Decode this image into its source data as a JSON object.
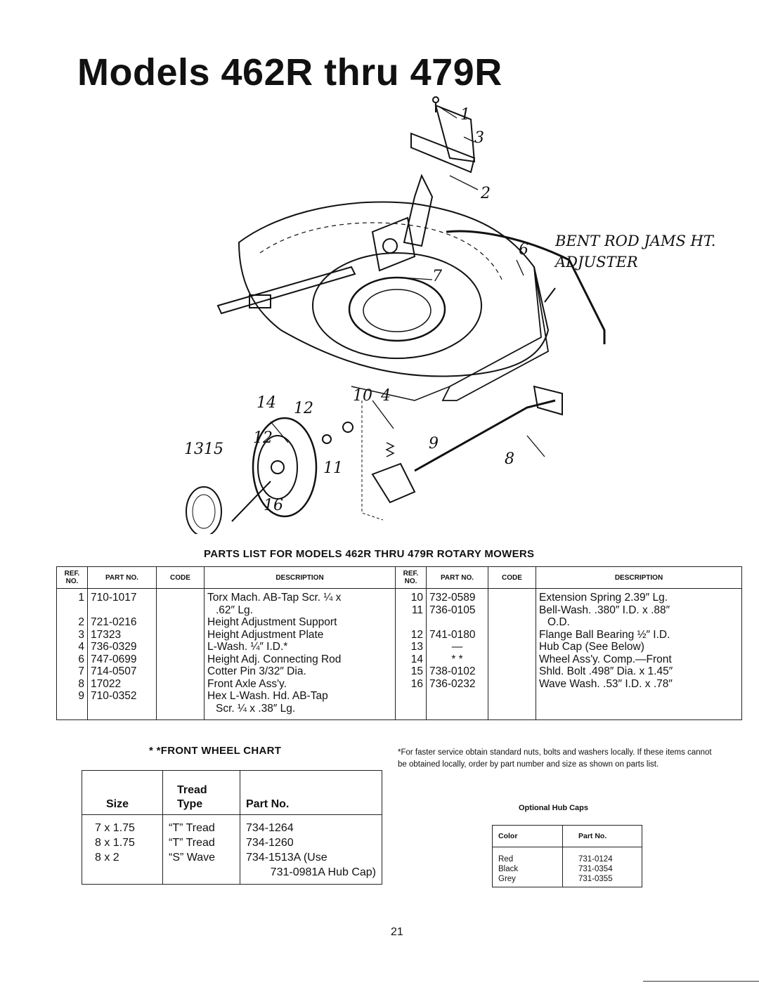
{
  "title": "Models 462R thru 479R",
  "diagram": {
    "callouts": [
      "1",
      "3",
      "2",
      "6",
      "7",
      "14",
      "12",
      "10",
      "4",
      "12",
      "13",
      "15",
      "9",
      "11",
      "8",
      "16"
    ],
    "handwritten_note": "BENT ROD JAMS HT. ADJUSTER"
  },
  "parts_list": {
    "title": "PARTS LIST FOR MODELS 462R THRU 479R ROTARY MOWERS",
    "headers": {
      "ref": "REF. NO.",
      "part": "PART NO.",
      "code": "CODE",
      "description": "DESCRIPTION",
      "ref2": "REF. NO.",
      "part2": "PART NO.",
      "code2": "CODE",
      "description2": "DESCRIPTION"
    },
    "rows": [
      {
        "ref": "1",
        "part": "710-1017",
        "desc": "Torx Mach. AB-Tap Scr. ¼ x",
        "ref2": "10",
        "part2": "732-0589",
        "desc2": "Extension Spring 2.39″ Lg."
      },
      {
        "ref": "",
        "part": "",
        "desc": ".62″ Lg.",
        "ref2": "11",
        "part2": "736-0105",
        "desc2": "Bell-Wash. .380″ I.D. x .88″"
      },
      {
        "ref": "2",
        "part": "721-0216",
        "desc": "Height Adjustment Support",
        "ref2": "",
        "part2": "",
        "desc2": "O.D."
      },
      {
        "ref": "3",
        "part": "17323",
        "desc": "Height Adjustment Plate",
        "ref2": "12",
        "part2": "741-0180",
        "desc2": "Flange Ball Bearing ½″ I.D."
      },
      {
        "ref": "4",
        "part": "736-0329",
        "desc": "L-Wash. ¼″ I.D.*",
        "ref2": "13",
        "part2": "—",
        "desc2": "Hub Cap (See Below)"
      },
      {
        "ref": "6",
        "part": "747-0699",
        "desc": "Height Adj. Connecting Rod",
        "ref2": "14",
        "part2": "* *",
        "desc2": "Wheel Ass'y. Comp.—Front"
      },
      {
        "ref": "7",
        "part": "714-0507",
        "desc": "Cotter Pin 3/32″ Dia.",
        "ref2": "15",
        "part2": "738-0102",
        "desc2": "Shld. Bolt .498″ Dia. x 1.45″"
      },
      {
        "ref": "8",
        "part": "17022",
        "desc": "Front Axle Ass'y.",
        "ref2": "16",
        "part2": "736-0232",
        "desc2": "Wave Wash. .53″ I.D. x .78″"
      },
      {
        "ref": "9",
        "part": "710-0352",
        "desc": "Hex L-Wash. Hd. AB-Tap",
        "ref2": "",
        "part2": "",
        "desc2": ""
      },
      {
        "ref": "",
        "part": "",
        "desc": "Scr. ¼ x .38″ Lg.",
        "ref2": "",
        "part2": "",
        "desc2": ""
      }
    ]
  },
  "front_wheel_chart": {
    "title": "* *FRONT WHEEL CHART",
    "headers": {
      "size": "Size",
      "tread": "Tread Type",
      "part": "Part No."
    },
    "rows": [
      {
        "size": "7 x 1.75",
        "tread": "“T” Tread",
        "part": "734-1264"
      },
      {
        "size": "8 x 1.75",
        "tread": "“T” Tread",
        "part": "734-1260"
      },
      {
        "size": "8 x 2",
        "tread": "“S” Wave",
        "part": "734-1513A (Use"
      },
      {
        "size": "",
        "tread": "",
        "part": "731-0981A Hub Cap)"
      }
    ]
  },
  "footnote": "*For faster service obtain standard nuts, bolts and washers locally. If these items cannot be obtained locally, order by part number and size as shown on parts list.",
  "hub_caps": {
    "title": "Optional Hub Caps",
    "headers": {
      "color": "Color",
      "part": "Part No."
    },
    "rows": [
      {
        "color": "Red",
        "part": "731-0124"
      },
      {
        "color": "Black",
        "part": "731-0354"
      },
      {
        "color": "Grey",
        "part": "731-0355"
      }
    ]
  },
  "page_number": "21"
}
